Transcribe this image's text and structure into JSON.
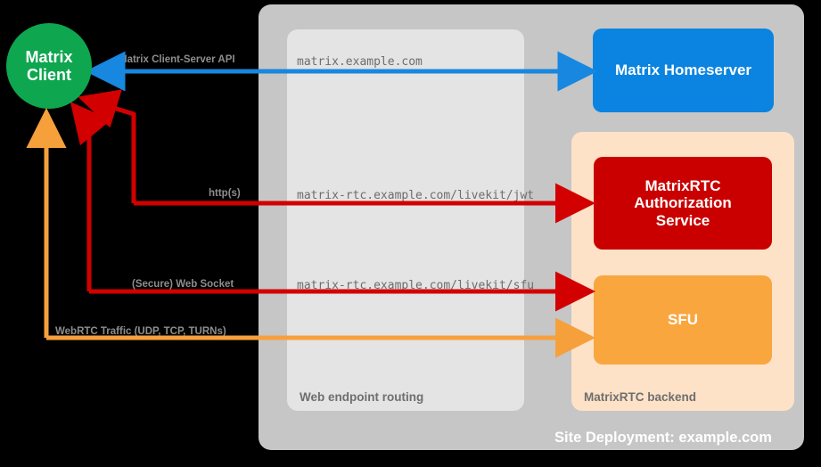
{
  "diagram": {
    "title": "Site Deployment: example.com",
    "background": "#000000",
    "colors": {
      "client": "#0ea64f",
      "homeserver": "#0a84e0",
      "auth_service": "#ca0000",
      "sfu": "#f9a63f",
      "outer_panel": "#c6c6c6",
      "web_panel": "#e4e4e4",
      "rtc_panel": "#fde2c7",
      "blue_arrow": "#1787e0",
      "red_arrow": "#d20000",
      "orange_arrow": "#f6a03c"
    }
  },
  "nodes": {
    "client": "Matrix\nClient",
    "client_line1": "Matrix",
    "client_line2": "Client",
    "homeserver": "Matrix Homeserver",
    "auth_service_line1": "MatrixRTC",
    "auth_service_line2": "Authorization",
    "auth_service_line3": "Service",
    "sfu": "SFU"
  },
  "panels": {
    "web_routing_caption": "Web endpoint routing",
    "rtc_backend_caption": "MatrixRTC backend",
    "site_caption": "Site Deployment: example.com"
  },
  "endpoints": [
    {
      "id": "matrix-endpoint",
      "text": "matrix.example.com"
    },
    {
      "id": "jwt-endpoint",
      "text": "matrix-rtc.example.com/livekit/jwt"
    },
    {
      "id": "sfu-endpoint",
      "text": "matrix-rtc.example.com/livekit/sfu"
    }
  ],
  "flows": [
    {
      "id": "cs-api",
      "label": "Matrix Client-Server API",
      "color": "#1787e0"
    },
    {
      "id": "https",
      "label": "http(s)",
      "color": "#d20000"
    },
    {
      "id": "websocket",
      "label": "(Secure) Web Socket",
      "color": "#d20000"
    },
    {
      "id": "webrtc",
      "label": "WebRTC Traffic (UDP, TCP, TURNs)",
      "color": "#f6a03c"
    }
  ]
}
